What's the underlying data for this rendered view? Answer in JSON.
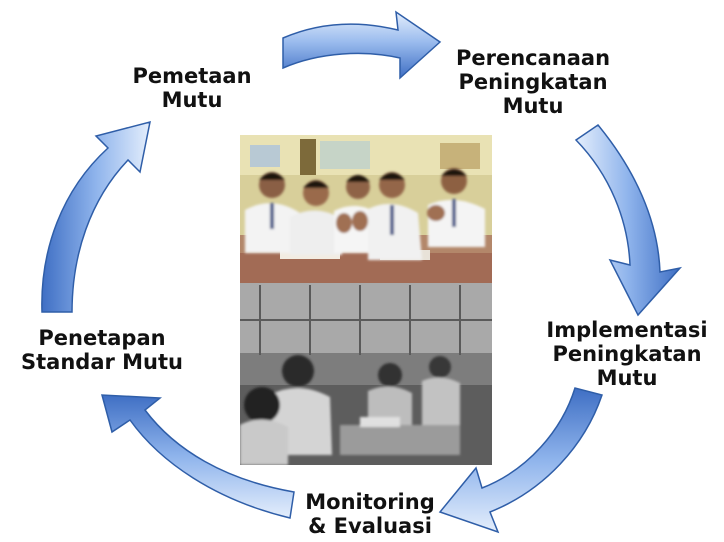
{
  "cycle": {
    "stages": [
      {
        "id": "pemetaan",
        "lines": [
          "Pemetaan",
          "Mutu"
        ]
      },
      {
        "id": "perencanaan",
        "lines": [
          "Perencanaan",
          "Peningkatan",
          "Mutu"
        ]
      },
      {
        "id": "implementasi",
        "lines": [
          "Implementasi",
          "Peningkatan",
          "Mutu"
        ]
      },
      {
        "id": "monitoring",
        "lines": [
          "Monitoring",
          "& Evaluasi"
        ]
      },
      {
        "id": "penetapan",
        "lines": [
          "Penetapan",
          "Standar Mutu"
        ]
      }
    ]
  },
  "colors": {
    "arrow_light": "#dce9fb",
    "arrow_mid": "#8fb4ec",
    "arrow_dark": "#3f6fc4",
    "arrow_edge": "#2f5ea8"
  },
  "photo": {
    "top_scene": "students-classroom-color",
    "bottom_scene": "students-classroom-grayscale"
  }
}
